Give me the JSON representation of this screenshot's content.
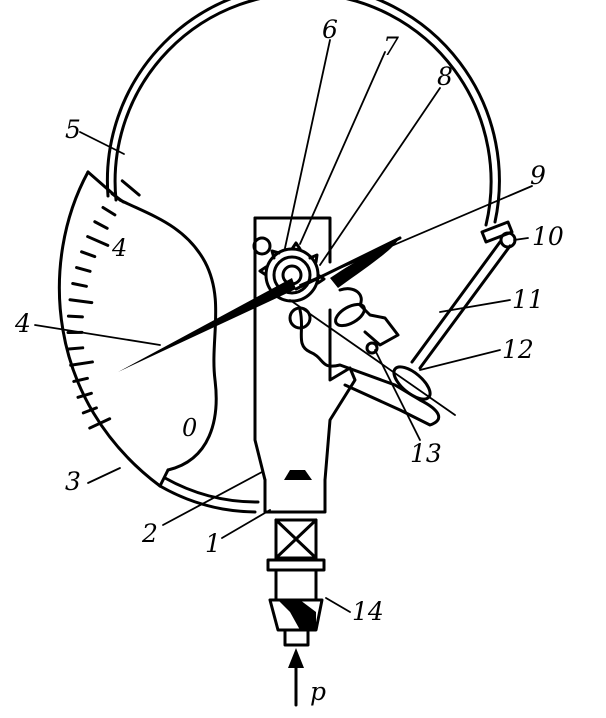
{
  "labels": {
    "l1": "1",
    "l2": "2",
    "l3": "3",
    "l4": "4",
    "l5": "5",
    "l6": "6",
    "l7": "7",
    "l8": "8",
    "l9": "9",
    "l10": "10",
    "l11": "11",
    "l12": "12",
    "l13": "13",
    "l14": "14"
  },
  "scale": {
    "mark_top": "4",
    "mark_bottom": "0"
  },
  "pressure_label": "p"
}
